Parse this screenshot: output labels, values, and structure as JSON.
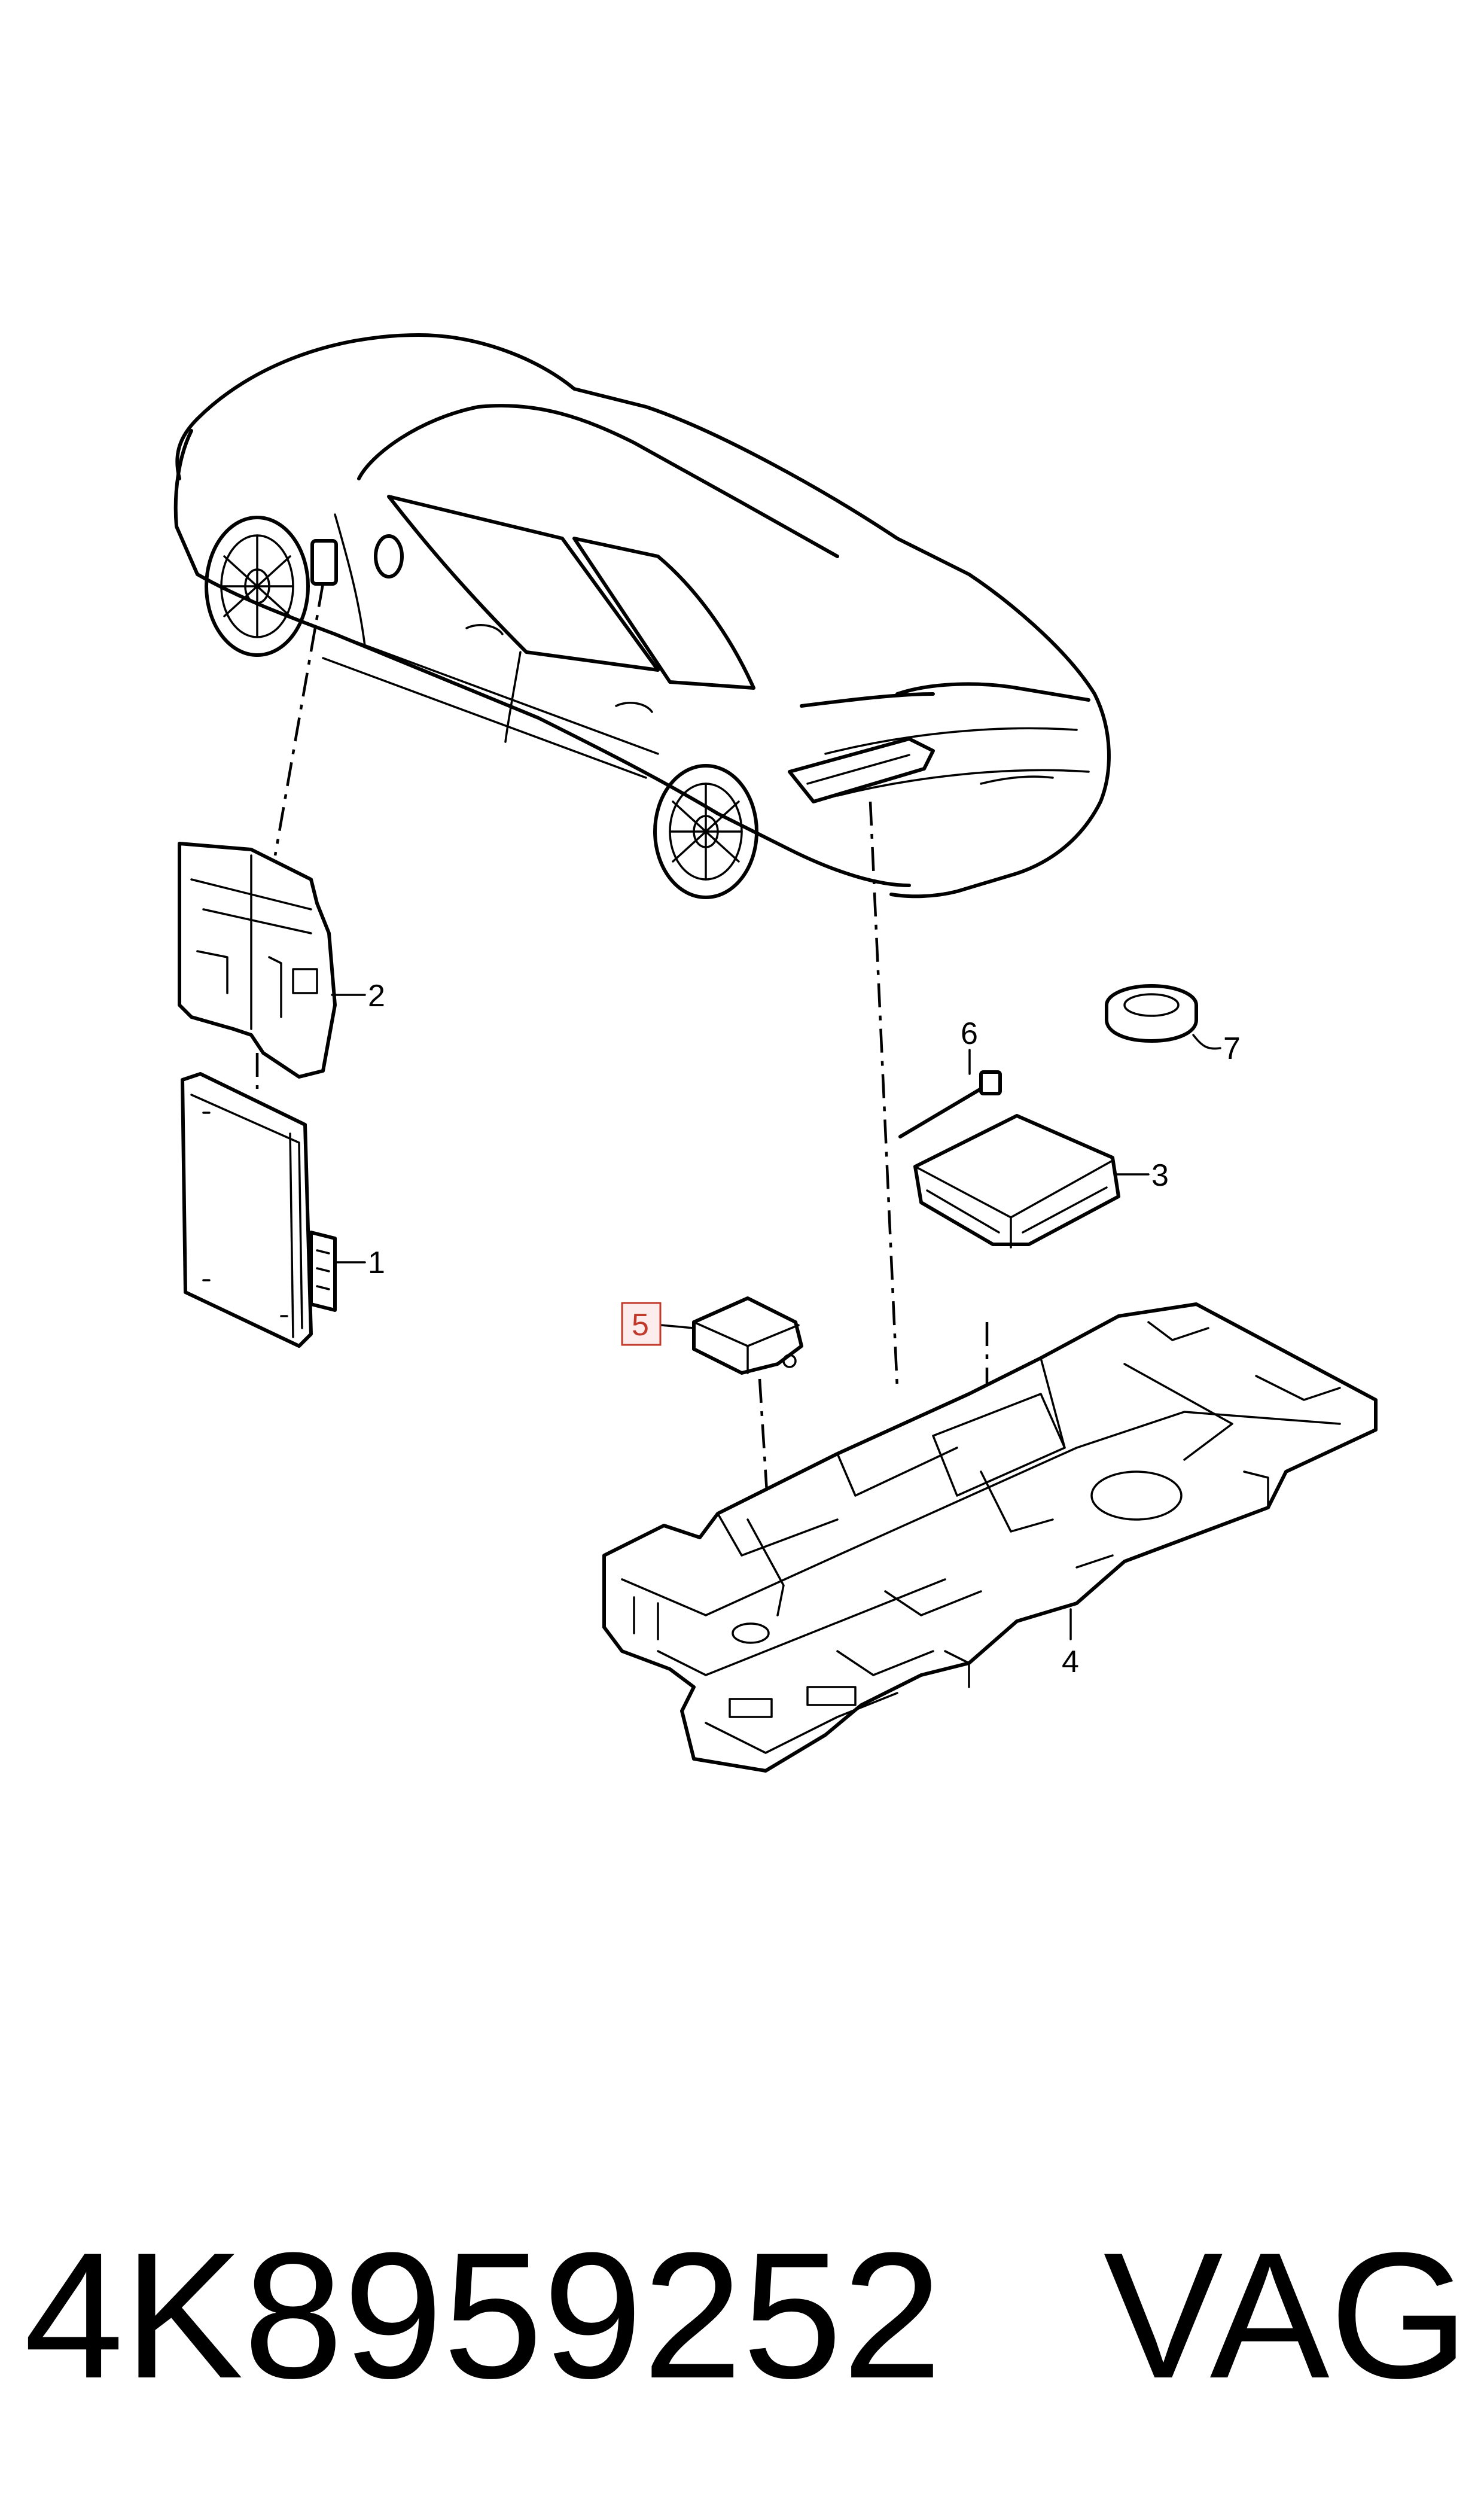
{
  "callouts": [
    {
      "id": "1",
      "label": "1",
      "highlighted": false
    },
    {
      "id": "2",
      "label": "2",
      "highlighted": false
    },
    {
      "id": "3",
      "label": "3",
      "highlighted": false
    },
    {
      "id": "4",
      "label": "4",
      "highlighted": false
    },
    {
      "id": "5",
      "label": "5",
      "highlighted": true
    },
    {
      "id": "6",
      "label": "6",
      "highlighted": false
    },
    {
      "id": "7",
      "label": "7",
      "highlighted": false
    }
  ],
  "footer": {
    "part_number": "4K8959252",
    "brand": "VAG"
  },
  "colors": {
    "line": "#000000",
    "highlight": "#c0392b",
    "highlight_fill": "#fdecec",
    "background": "#ffffff"
  }
}
